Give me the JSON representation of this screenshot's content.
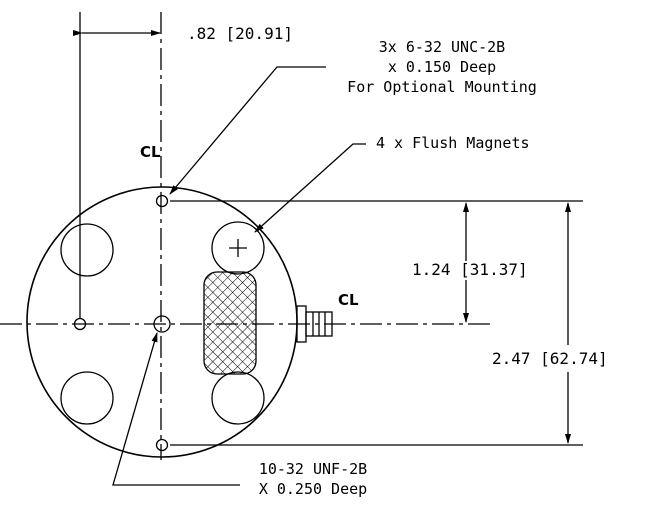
{
  "dimensions": {
    "hole_offset": ".82 [20.91]",
    "half_height": "1.24 [31.37]",
    "full_height": "2.47 [62.74]"
  },
  "callouts": {
    "mounting_holes": [
      "3x 6-32 UNC-2B",
      "x 0.150 Deep",
      "For Optional Mounting"
    ],
    "magnets": "4 x Flush Magnets",
    "center_hole": [
      "10-32 UNF-2B",
      "X 0.250 Deep"
    ]
  },
  "centerline_symbol": "CL",
  "colors": {
    "line": "#000000",
    "background": "#ffffff"
  }
}
